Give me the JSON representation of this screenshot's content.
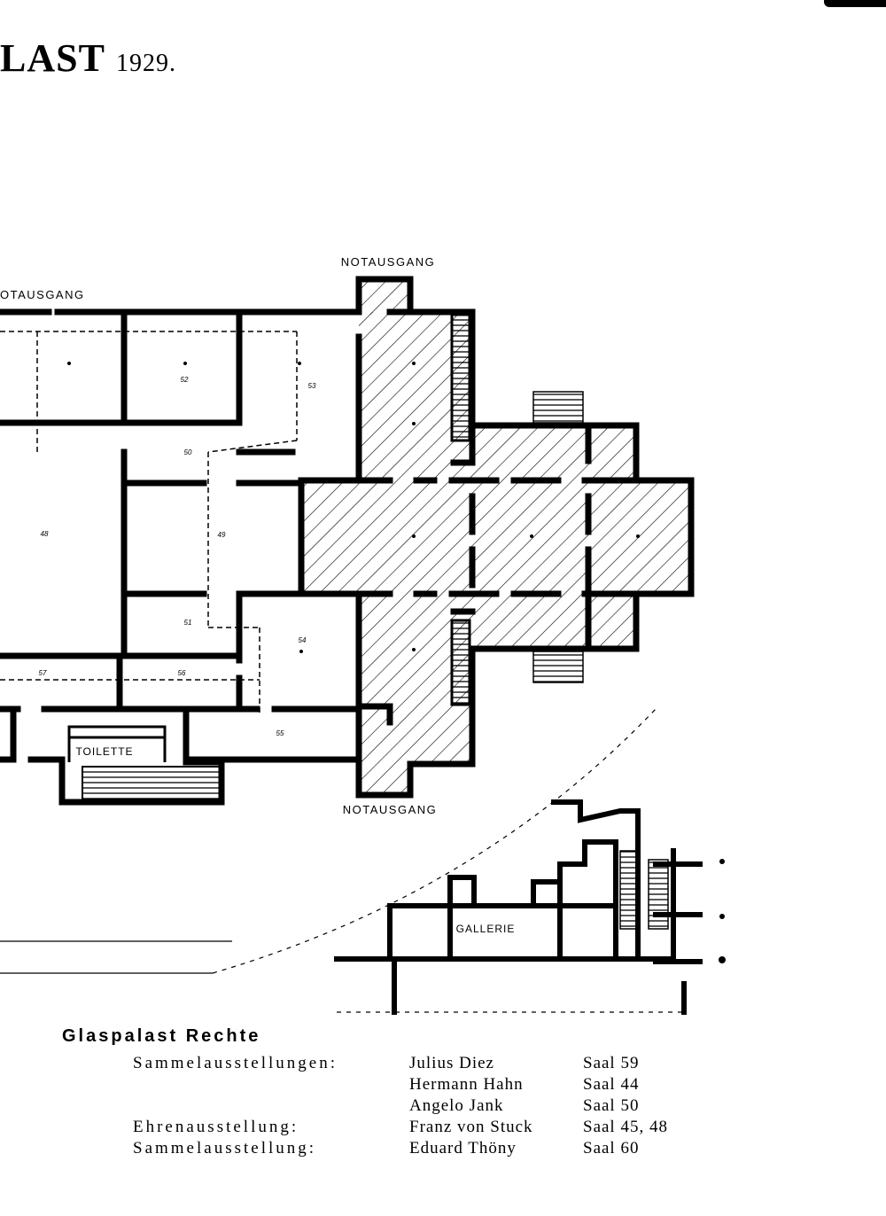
{
  "title": {
    "text": "LAST",
    "year": "1929."
  },
  "labels": {
    "notausgang_top": "NOTAUSGANG",
    "notausgang_left": "OTAUSGANG",
    "notausgang_bottom": "NOTAUSGANG",
    "toilette": "TOILETTE",
    "gallerie": "GALLERIE"
  },
  "rooms": {
    "r52": "52",
    "r53": "53",
    "r50": "50",
    "r48": "48",
    "r49": "49",
    "r51": "51",
    "r54": "54",
    "r57": "57",
    "r56": "56",
    "r55": "55"
  },
  "legend": {
    "heading": "Glaspalast Rechte",
    "rows": [
      {
        "category": "Sammelausstellungen:",
        "artist": "Julius Diez",
        "room": "Saal 59"
      },
      {
        "category": "",
        "artist": "Hermann Hahn",
        "room": "Saal 44"
      },
      {
        "category": "",
        "artist": "Angelo Jank",
        "room": "Saal 50"
      },
      {
        "category": "Ehrenausstellung:",
        "artist": "Franz von Stuck",
        "room": "Saal 45, 48"
      },
      {
        "category": "Sammelausstellung:",
        "artist": "Eduard Thöny",
        "room": "Saal 60"
      }
    ]
  }
}
